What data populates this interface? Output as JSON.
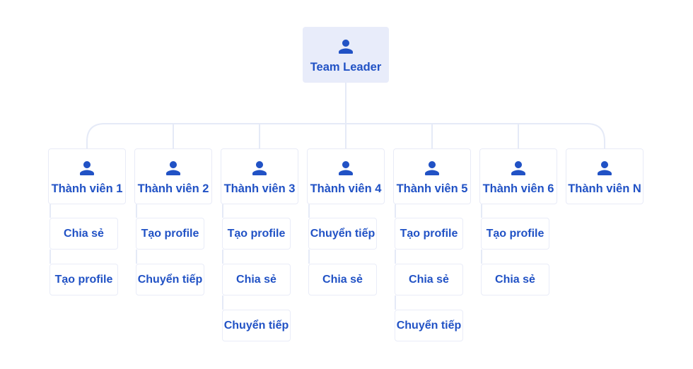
{
  "colors": {
    "accent_blue": "#2152c5",
    "leader_box_bg": "#e8ecfa",
    "box_border": "#e9ecf8",
    "connector_line": "#e5eaf7",
    "canvas_bg": "#ffffff"
  },
  "org_chart": {
    "root": {
      "label": "Team Leader",
      "icon": "person-icon"
    },
    "members": [
      {
        "label": "Thành viên 1",
        "icon": "person-icon",
        "actions": [
          "Chia sẻ",
          "Tạo profile"
        ]
      },
      {
        "label": "Thành viên 2",
        "icon": "person-icon",
        "actions": [
          "Tạo profile",
          "Chuyển tiếp"
        ]
      },
      {
        "label": "Thành viên 3",
        "icon": "person-icon",
        "actions": [
          "Tạo profile",
          "Chia sẻ",
          "Chuyển tiếp"
        ]
      },
      {
        "label": "Thành viên 4",
        "icon": "person-icon",
        "actions": [
          "Chuyển tiếp",
          "Chia sẻ"
        ]
      },
      {
        "label": "Thành viên 5",
        "icon": "person-icon",
        "actions": [
          "Tạo profile",
          "Chia sẻ",
          "Chuyển tiếp"
        ]
      },
      {
        "label": "Thành viên 6",
        "icon": "person-icon",
        "actions": [
          "Tạo profile",
          "Chia sẻ"
        ]
      },
      {
        "label": "Thành viên N",
        "icon": "person-icon",
        "actions": []
      }
    ]
  }
}
